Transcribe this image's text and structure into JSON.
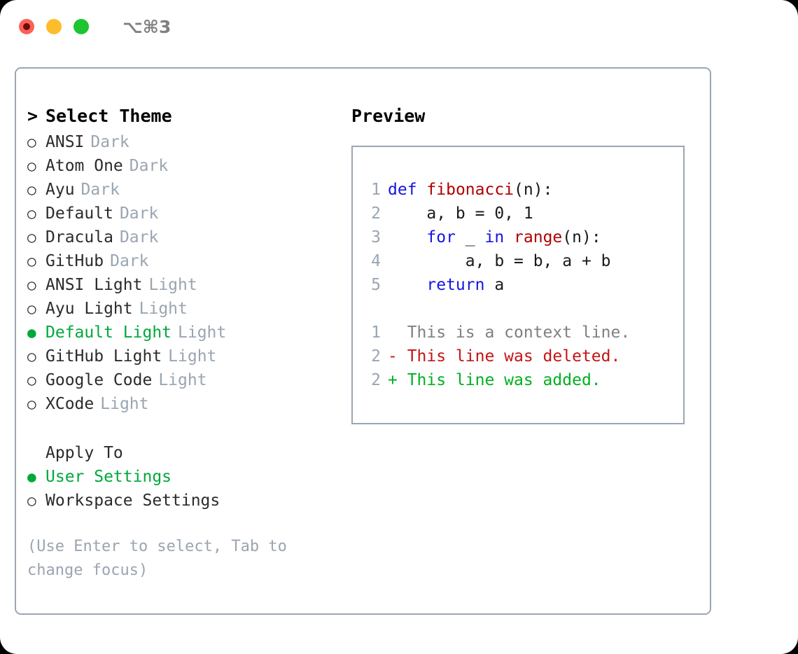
{
  "titlebar": {
    "shortcut": "⌥⌘3",
    "dots": [
      {
        "name": "close",
        "color": "#fc6058"
      },
      {
        "name": "minimize",
        "color": "#fdbc2c"
      },
      {
        "name": "maximize",
        "color": "#1fc431"
      }
    ]
  },
  "theme_picker": {
    "heading": "Select Theme",
    "caret": ">",
    "bullet_unselected": "○",
    "bullet_selected": "●",
    "items": [
      {
        "name": "ANSI",
        "variant": "Dark",
        "selected": false
      },
      {
        "name": "Atom One",
        "variant": "Dark",
        "selected": false
      },
      {
        "name": "Ayu",
        "variant": "Dark",
        "selected": false
      },
      {
        "name": "Default",
        "variant": "Dark",
        "selected": false
      },
      {
        "name": "Dracula",
        "variant": "Dark",
        "selected": false
      },
      {
        "name": "GitHub",
        "variant": "Dark",
        "selected": false
      },
      {
        "name": "ANSI Light",
        "variant": "Light",
        "selected": false
      },
      {
        "name": "Ayu Light",
        "variant": "Light",
        "selected": false
      },
      {
        "name": "Default Light",
        "variant": "Light",
        "selected": true
      },
      {
        "name": "GitHub Light",
        "variant": "Light",
        "selected": false
      },
      {
        "name": "Google Code",
        "variant": "Light",
        "selected": false
      },
      {
        "name": "XCode",
        "variant": "Light",
        "selected": false
      }
    ]
  },
  "apply_to": {
    "title": "Apply To",
    "options": [
      {
        "label": "User Settings",
        "selected": true
      },
      {
        "label": "Workspace Settings",
        "selected": false
      }
    ]
  },
  "hint": "(Use Enter to select, Tab to change focus)",
  "preview": {
    "title": "Preview",
    "code_lines": [
      {
        "no": "1",
        "tokens": [
          {
            "t": "def",
            "c": "kw"
          },
          {
            "t": " ",
            "c": "plain"
          },
          {
            "t": "fibonacci",
            "c": "fn"
          },
          {
            "t": "(n):",
            "c": "plain"
          }
        ]
      },
      {
        "no": "2",
        "tokens": [
          {
            "t": "    a, b = 0, 1",
            "c": "plain"
          }
        ]
      },
      {
        "no": "3",
        "tokens": [
          {
            "t": "    ",
            "c": "plain"
          },
          {
            "t": "for",
            "c": "kw"
          },
          {
            "t": " _ ",
            "c": "plain"
          },
          {
            "t": "in",
            "c": "kw"
          },
          {
            "t": " ",
            "c": "plain"
          },
          {
            "t": "range",
            "c": "fn"
          },
          {
            "t": "(n):",
            "c": "plain"
          }
        ]
      },
      {
        "no": "4",
        "tokens": [
          {
            "t": "        a, b = b, a + b",
            "c": "plain"
          }
        ]
      },
      {
        "no": "5",
        "tokens": [
          {
            "t": "    ",
            "c": "plain"
          },
          {
            "t": "return",
            "c": "kw"
          },
          {
            "t": " a",
            "c": "plain"
          }
        ]
      }
    ],
    "diff_lines": [
      {
        "no": "1",
        "prefix": "  ",
        "text": "This is a context line.",
        "kind": "ctx"
      },
      {
        "no": "2",
        "prefix": "- ",
        "text": "This line was deleted.",
        "kind": "del"
      },
      {
        "no": "2",
        "prefix": "+ ",
        "text": "This line was added.",
        "kind": "add"
      }
    ]
  },
  "colors": {
    "accent_green": "#00a83c",
    "muted": "#9aa5b1",
    "border": "#9aa6b5",
    "keyword": "#1515e0",
    "function": "#b00000",
    "diff_delete": "#c41414",
    "diff_add": "#00b020"
  }
}
